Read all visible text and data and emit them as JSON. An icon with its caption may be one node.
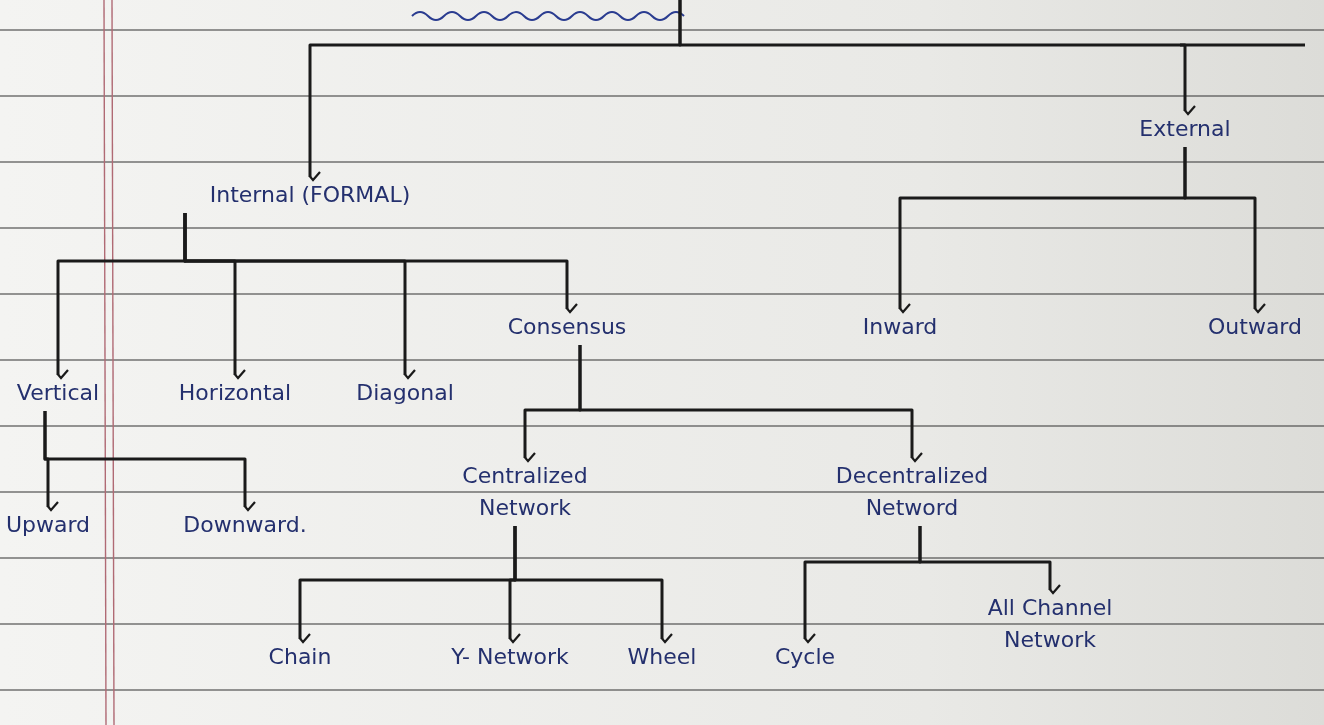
{
  "diagram": {
    "nodes": [
      {
        "text": [
          "Internal (FORMAL)"
        ]
      },
      {
        "text": [
          "External"
        ]
      },
      {
        "text": [
          "Vertical"
        ]
      },
      {
        "text": [
          "Horizontal"
        ]
      },
      {
        "text": [
          "Diagonal"
        ]
      },
      {
        "text": [
          "Consensus"
        ]
      },
      {
        "text": [
          "Inward"
        ]
      },
      {
        "text": [
          "Outward"
        ]
      },
      {
        "text": [
          "Upward"
        ]
      },
      {
        "text": [
          "Downward."
        ]
      },
      {
        "text": [
          "Centralized Network"
        ]
      },
      {
        "text": [
          "Decentralized Netword"
        ]
      },
      {
        "text": [
          "Chain"
        ]
      },
      {
        "text": [
          "Y- Network"
        ]
      },
      {
        "text": [
          "Wheel"
        ]
      },
      {
        "text": [
          "Cycle"
        ]
      },
      {
        "text": [
          "All Channel Network"
        ]
      }
    ],
    "edges": [
      {
        "from": null,
        "to": 0,
        "arrow": "to"
      },
      {
        "from": null,
        "to": 1,
        "arrow": "to"
      },
      {
        "from": 0,
        "to": 2,
        "arrow": "to"
      },
      {
        "from": 0,
        "to": 3,
        "arrow": "to"
      },
      {
        "from": 0,
        "to": 4,
        "arrow": "to"
      },
      {
        "from": 0,
        "to": 5,
        "arrow": "to"
      },
      {
        "from": 1,
        "to": 6,
        "arrow": "to"
      },
      {
        "from": 1,
        "to": 7,
        "arrow": "to"
      },
      {
        "from": 2,
        "to": 8,
        "arrow": "to"
      },
      {
        "from": 2,
        "to": 9,
        "arrow": "to"
      },
      {
        "from": 5,
        "to": 10,
        "arrow": "to"
      },
      {
        "from": 5,
        "to": 11,
        "arrow": "to"
      },
      {
        "from": 10,
        "to": 12,
        "arrow": "to"
      },
      {
        "from": 10,
        "to": 13,
        "arrow": "to"
      },
      {
        "from": 10,
        "to": 14,
        "arrow": "to"
      },
      {
        "from": 11,
        "to": 15,
        "arrow": "to"
      },
      {
        "from": 11,
        "to": 16,
        "arrow": "to"
      }
    ]
  }
}
